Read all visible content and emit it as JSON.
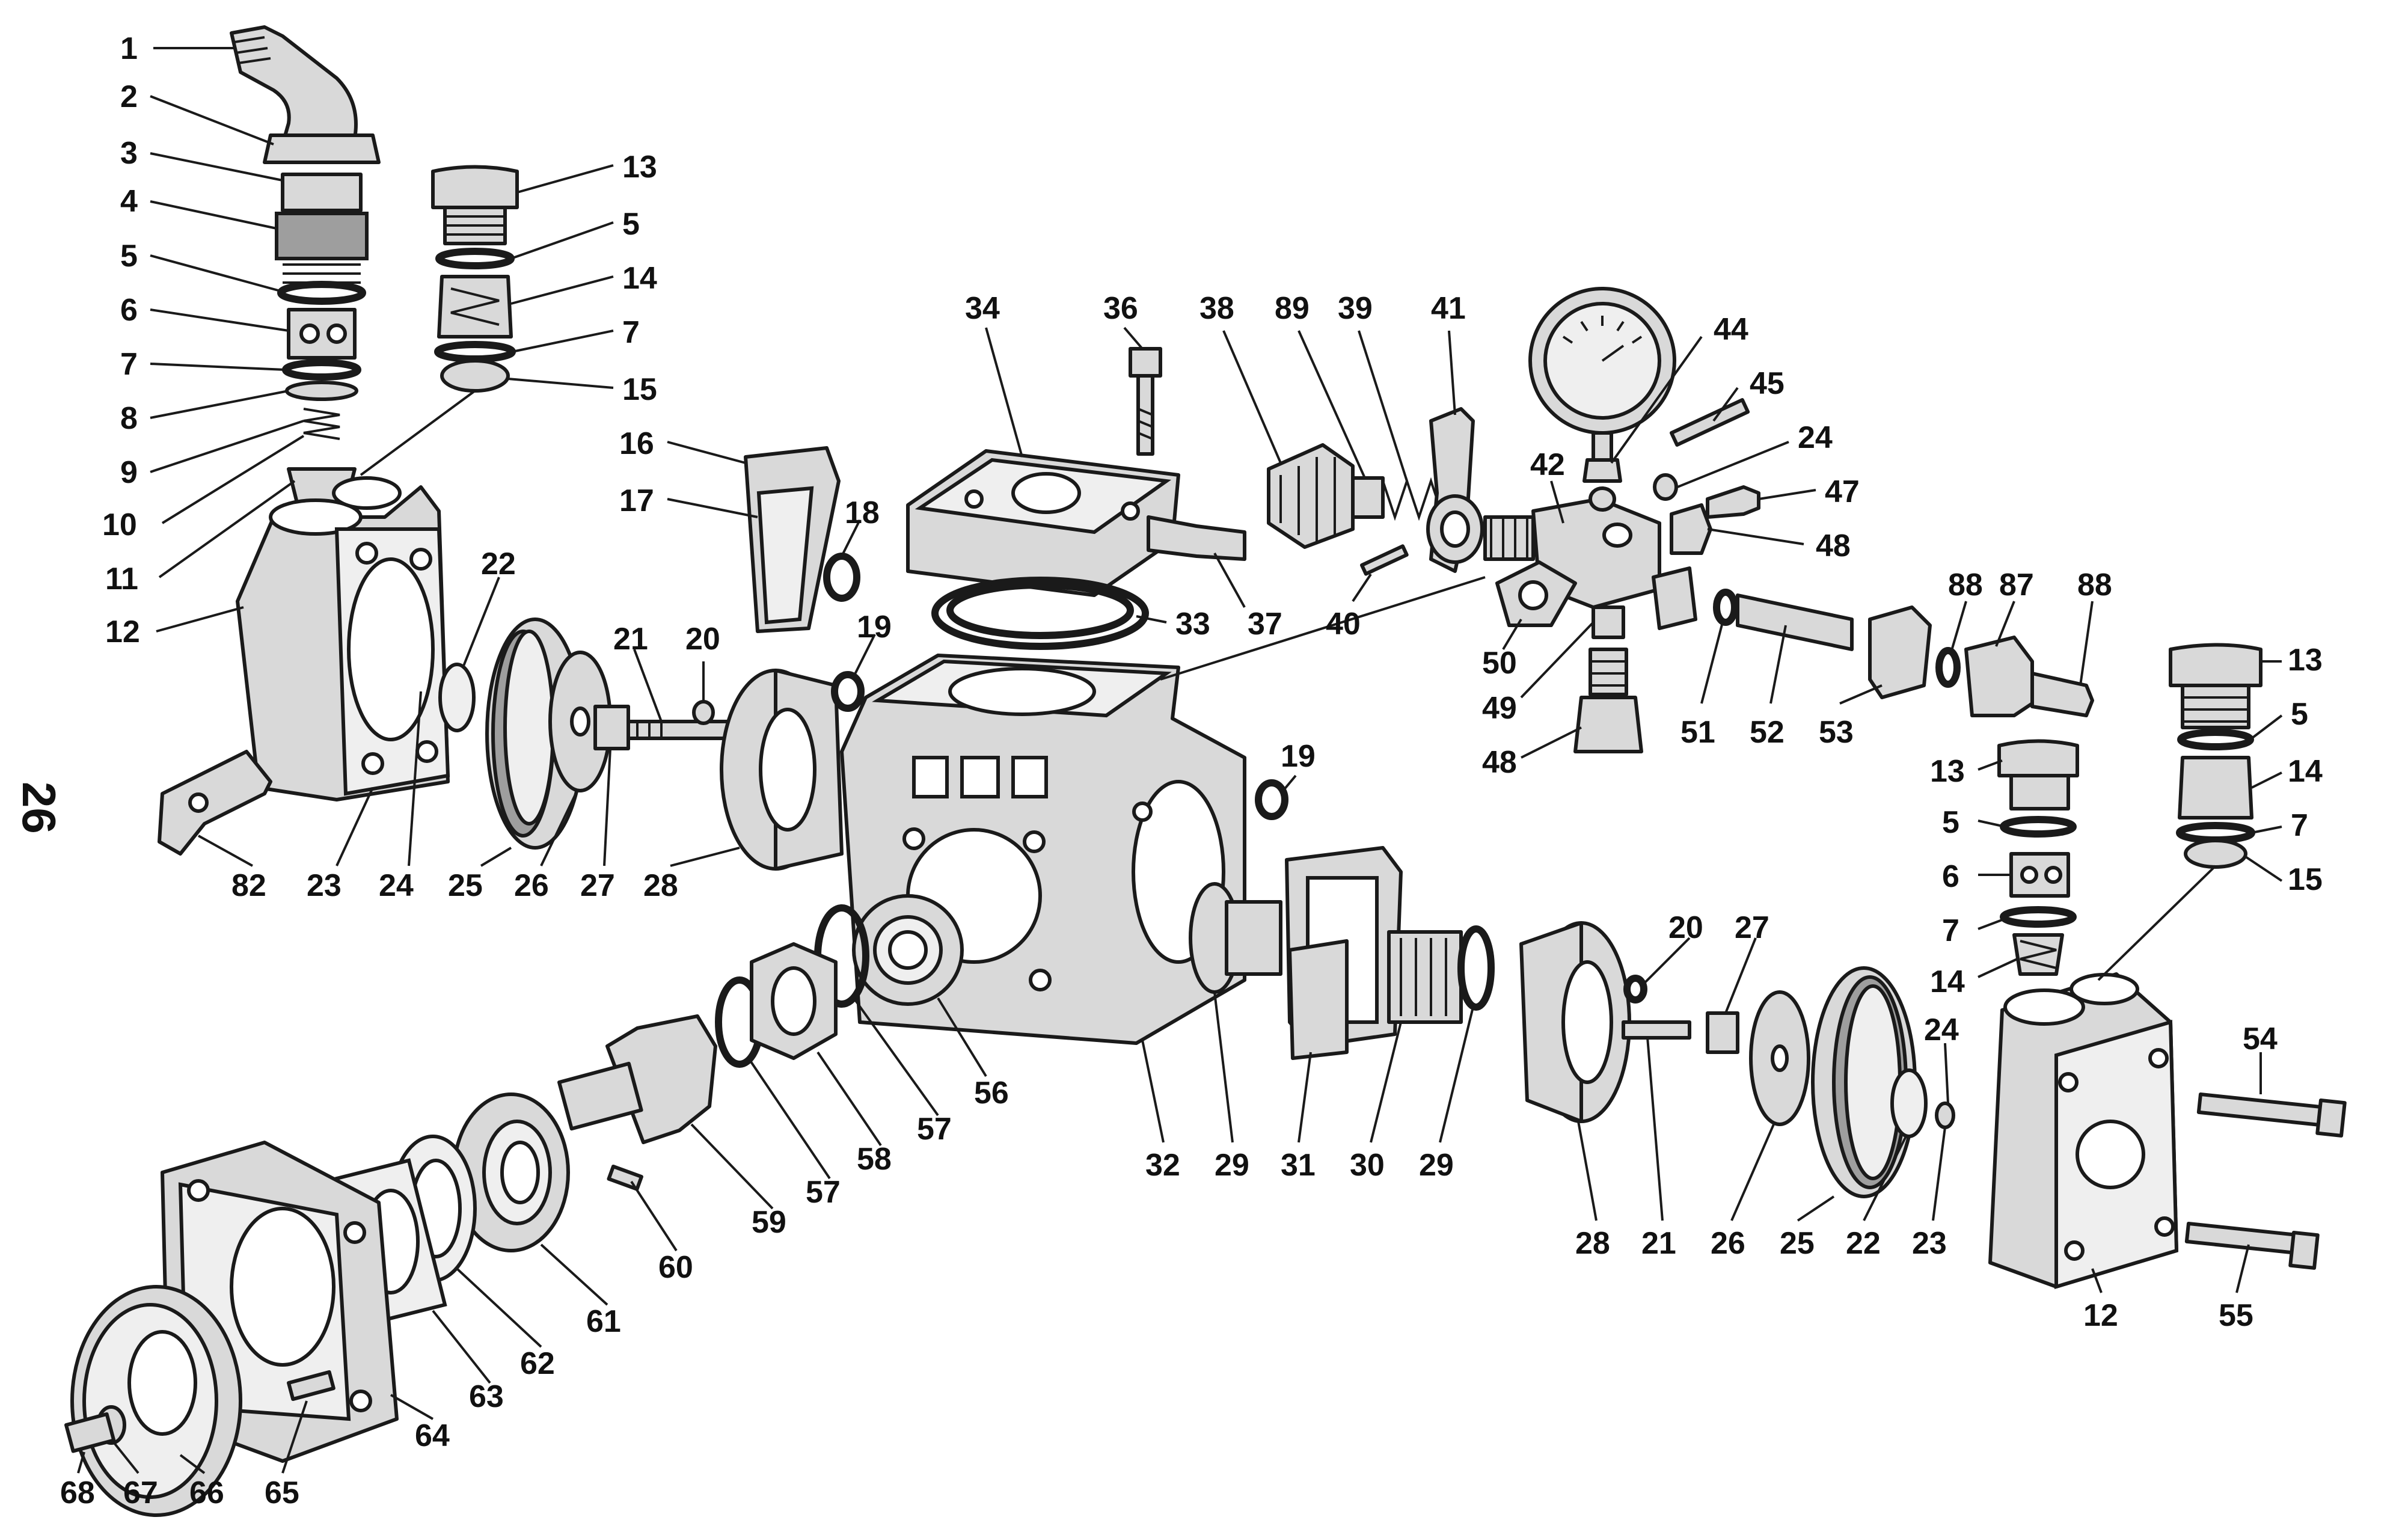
{
  "page_number": "26",
  "callouts": {
    "c1": "1",
    "c2": "2",
    "c3": "3",
    "c4": "4",
    "c5": "5",
    "c6": "6",
    "c7": "7",
    "c8": "8",
    "c9": "9",
    "c10": "10",
    "c11": "11",
    "c12": "12",
    "c82": "82",
    "c23": "23",
    "c24": "24",
    "c25": "25",
    "c26": "26",
    "c27": "27",
    "c28": "28",
    "c22": "22",
    "c13": "13",
    "c5b": "5",
    "c14": "14",
    "c7b": "7",
    "c15": "15",
    "c16": "16",
    "c17": "17",
    "c18": "18",
    "c19": "19",
    "c20": "20",
    "c21": "21",
    "c34": "34",
    "c36": "36",
    "c33": "33",
    "c37": "37",
    "c38": "38",
    "c89": "89",
    "c39": "39",
    "c41": "41",
    "c40": "40",
    "c42": "42",
    "c44": "44",
    "c45": "45",
    "c24b": "24",
    "c47": "47",
    "c48": "48",
    "c50": "50",
    "c49": "49",
    "c48b": "48",
    "c51": "51",
    "c52": "52",
    "c53": "53",
    "c88": "88",
    "c87": "87",
    "c88b": "88",
    "c13b": "13",
    "c5c": "5",
    "c14b": "14",
    "c7c": "7",
    "c15b": "15",
    "c13c": "13",
    "c5d": "5",
    "c6b": "6",
    "c7d": "7",
    "c14c": "14",
    "c19b": "19",
    "c56": "56",
    "c57": "57",
    "c58": "58",
    "c57b": "57",
    "c59": "59",
    "c60": "60",
    "c61": "61",
    "c62": "62",
    "c63": "63",
    "c64": "64",
    "c65": "65",
    "c66": "66",
    "c67": "67",
    "c68": "68",
    "c32": "32",
    "c29": "29",
    "c31": "31",
    "c30": "30",
    "c29b": "29",
    "c28b": "28",
    "c21b": "21",
    "c26b": "26",
    "c25b": "25",
    "c22b": "22",
    "c23b": "23",
    "c24c": "24",
    "c20b": "20",
    "c27b": "27",
    "c54": "54",
    "c55": "55",
    "c12b": "12"
  }
}
